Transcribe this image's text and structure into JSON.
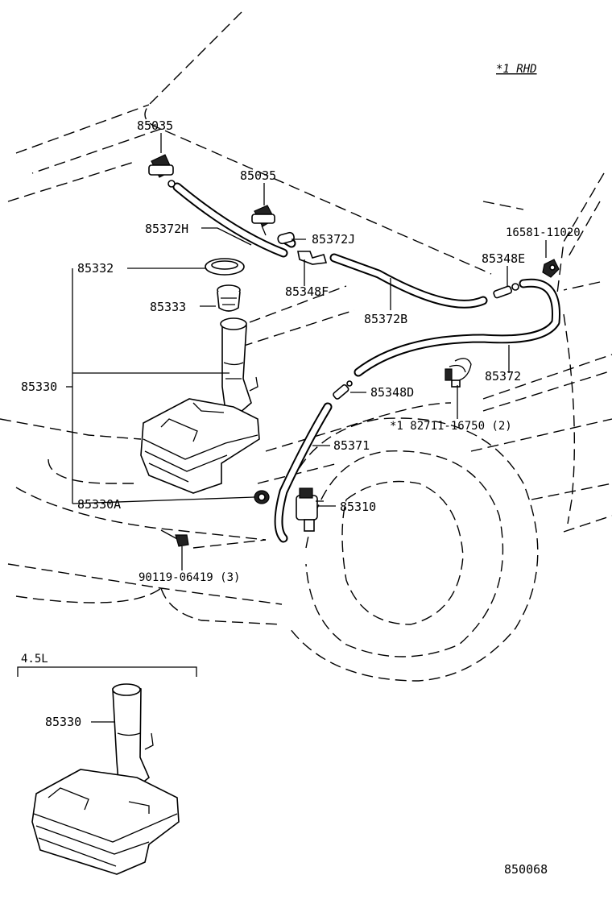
{
  "note_rhd": "*1 RHD",
  "labels": {
    "p85035_a": "85035",
    "p85035_b": "85035",
    "p85372h": "85372H",
    "p85372j": "85372J",
    "p16581": "16581-11020",
    "p85348e": "85348E",
    "p85332": "85332",
    "p85348f": "85348F",
    "p85333": "85333",
    "p85372b": "85372B",
    "p85372": "85372",
    "p85330": "85330",
    "p85348d": "85348D",
    "p82711": "*1 82711-16750 (2)",
    "p85371": "85371",
    "p85330a": "85330A",
    "p85310": "85310",
    "p90119": "90119-06419 (3)",
    "variant_label": "4.5L",
    "p85330_b": "85330",
    "diagram_code": "850068"
  }
}
